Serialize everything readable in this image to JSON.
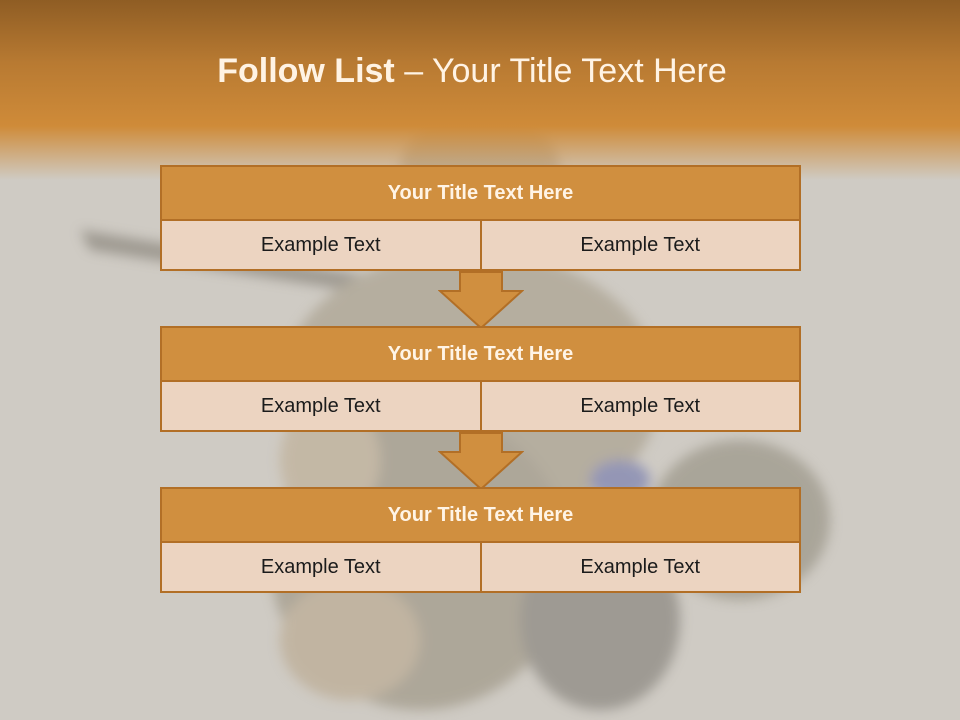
{
  "slide": {
    "title_bold": "Follow List",
    "title_rest": " – Your Title Text Here"
  },
  "blocks": [
    {
      "title": "Your Title Text Here",
      "cells": [
        "Example Text",
        "Example Text"
      ]
    },
    {
      "title": "Your Title Text Here",
      "cells": [
        "Example Text",
        "Example Text"
      ]
    },
    {
      "title": "Your Title Text Here",
      "cells": [
        "Example Text",
        "Example Text"
      ]
    }
  ],
  "colors": {
    "accent": "#d08f3f",
    "border": "#b26f26",
    "cell_fill": "#ecd4c1",
    "background": "#cfcbc4"
  },
  "icons": [
    "down-arrow-icon",
    "down-arrow-icon"
  ]
}
